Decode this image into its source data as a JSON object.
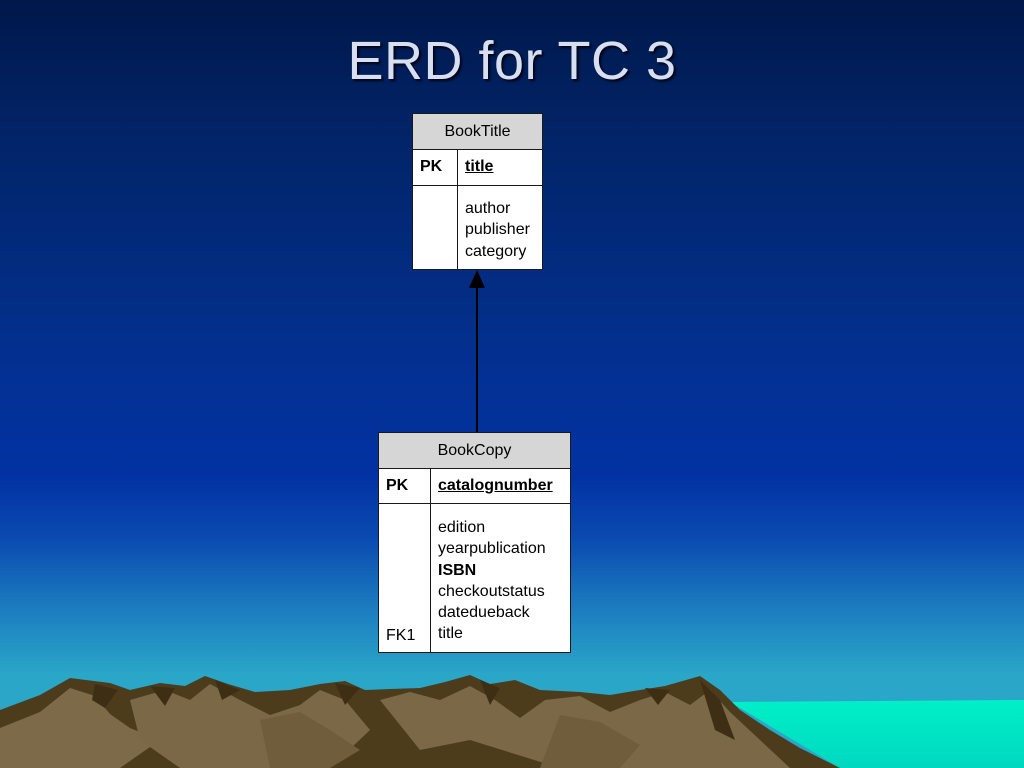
{
  "slide": {
    "title": "ERD for TC 3"
  },
  "entities": {
    "booktitle": {
      "name": "BookTitle",
      "pk_label": "PK",
      "pk_attribute": "title",
      "attributes": [
        "author",
        "publisher",
        "category"
      ]
    },
    "bookcopy": {
      "name": "BookCopy",
      "pk_label": "PK",
      "pk_attribute": "catalognumber",
      "attributes": [
        "edition",
        "yearpublication",
        "ISBN",
        "checkoutstatus",
        "datedueback",
        "title"
      ],
      "fk_label": "FK1"
    }
  },
  "relationship": {
    "from": "BookCopy",
    "to": "BookTitle",
    "notation": "arrow"
  },
  "colors": {
    "background_top": "#00184a",
    "background_bottom": "#2aa7c8",
    "title_text": "#d8dff0",
    "entity_header": "#d6d6d6",
    "mountain_dark": "#4a3a1a",
    "mountain_light": "#7a6a4a",
    "sea": "#00f0c8"
  }
}
